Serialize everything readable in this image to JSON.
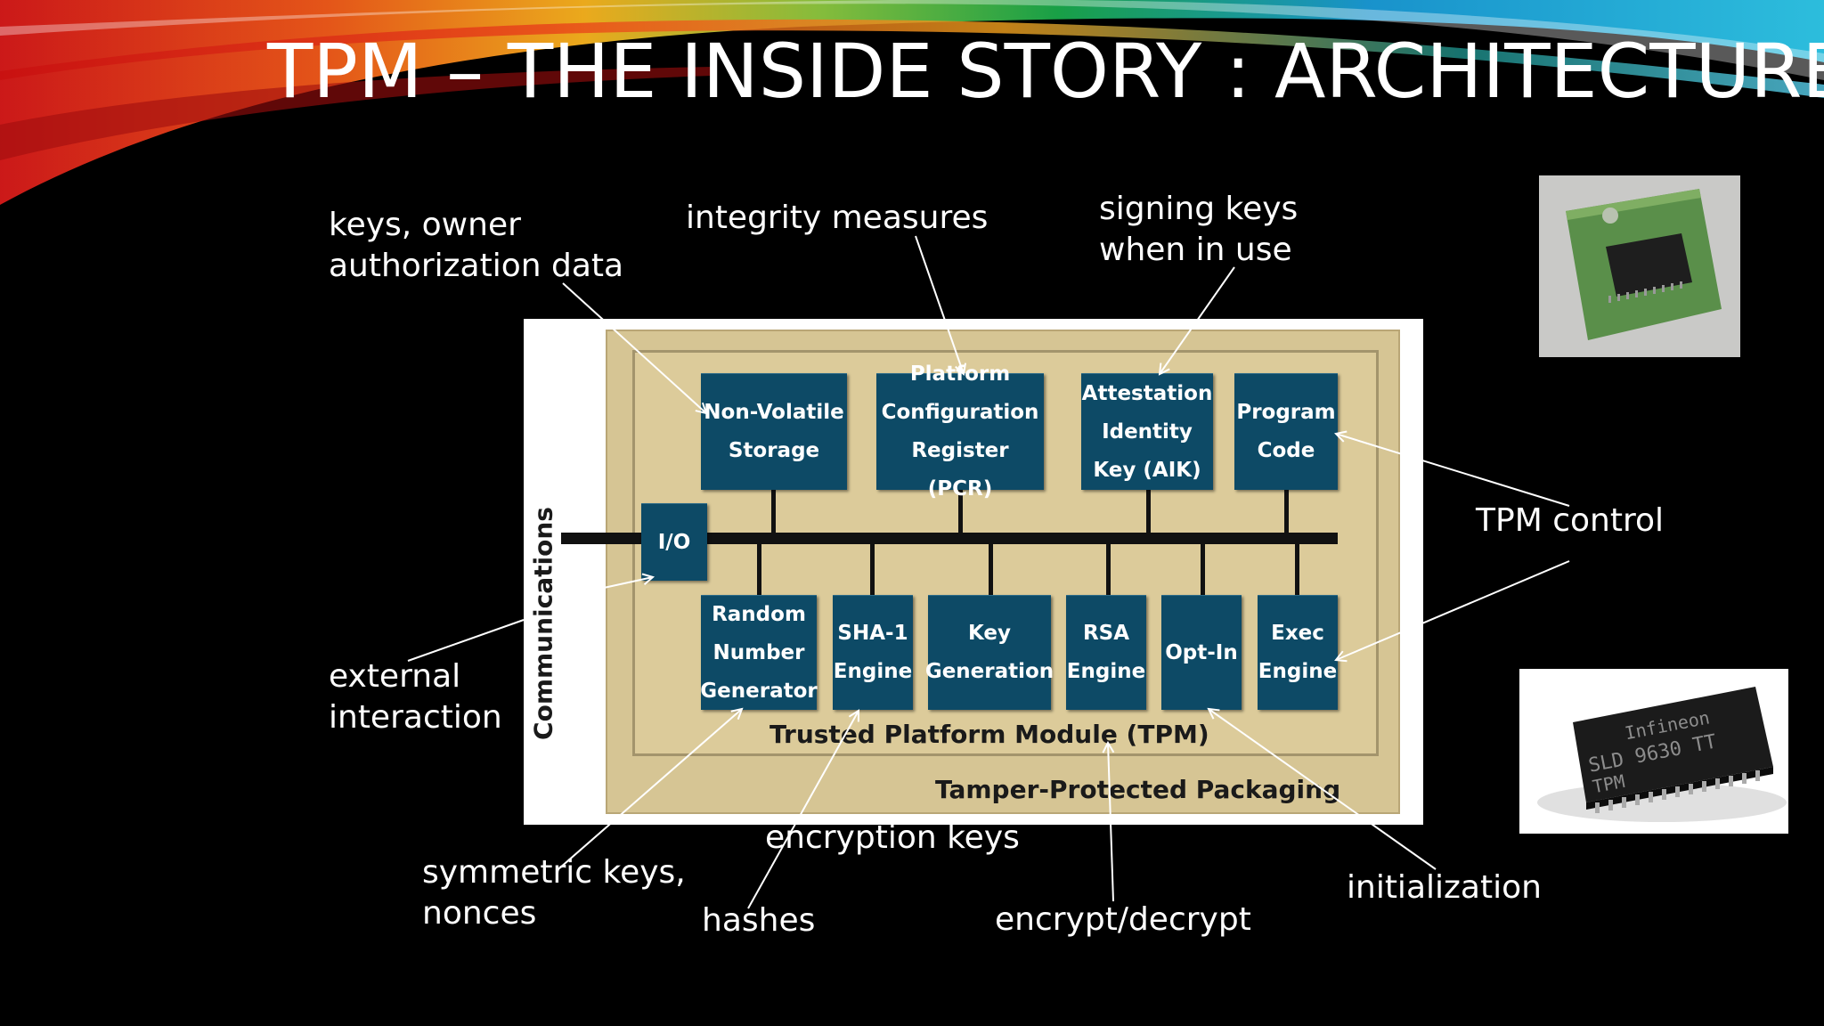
{
  "slide": {
    "title": "TPM – THE INSIDE STORY : ARCHITECTURE."
  },
  "annotations": {
    "keys_owner": "keys, owner\nauthorization data",
    "integrity": "integrity measures",
    "signing": "signing keys\nwhen in use",
    "tpm_control": "TPM control",
    "external": "external\ninteraction",
    "symmetric": "symmetric keys,\nnonces",
    "hashes": "hashes",
    "encryption_keys": "encryption keys",
    "encrypt_decrypt": "encrypt/decrypt",
    "initialization": "initialization"
  },
  "diagram": {
    "communications": "Communications",
    "io": "I/O",
    "top_modules": [
      "Non-Volatile\nStorage",
      "Platform\nConfiguration\nRegister (PCR)",
      "Attestation\nIdentity\nKey (AIK)",
      "Program\nCode"
    ],
    "bottom_modules": [
      "Random\nNumber\nGenerator",
      "SHA-1\nEngine",
      "Key\nGeneration",
      "RSA\nEngine",
      "Opt-In",
      "Exec\nEngine"
    ],
    "tpm_label": "Trusted Platform Module (TPM)",
    "packaging_label": "Tamper-Protected Packaging"
  },
  "photos": {
    "chip_brand": "Infineon",
    "chip_model": "SLD 9630 TT",
    "chip_sub": "TPM"
  }
}
